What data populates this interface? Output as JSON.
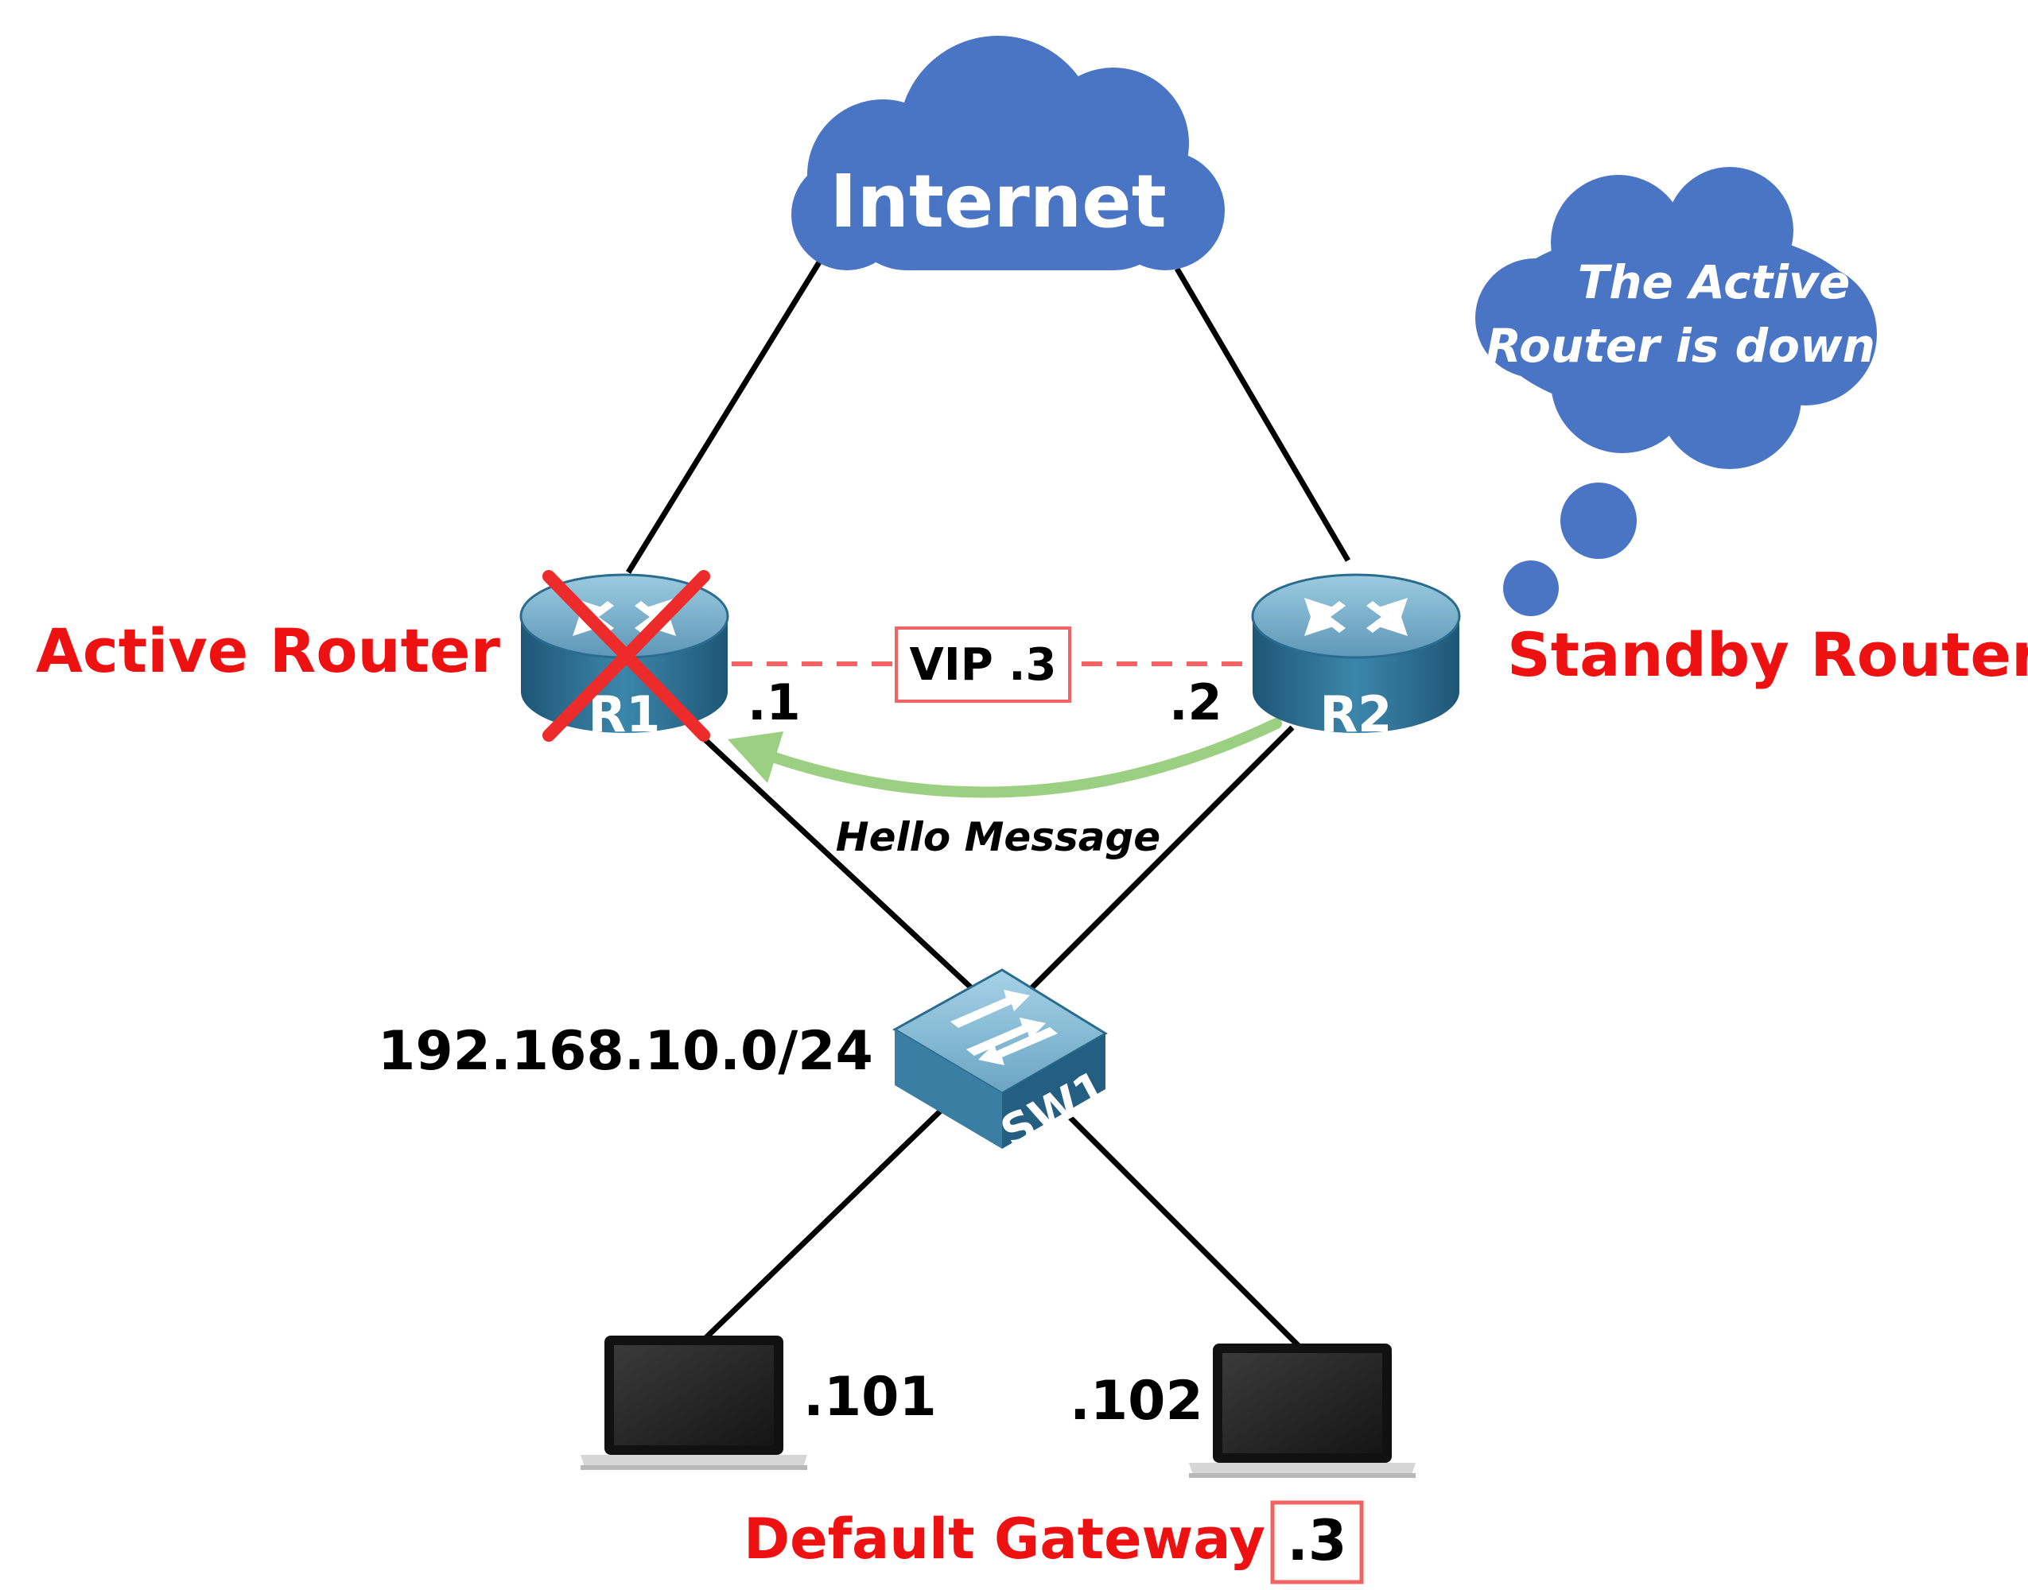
{
  "colors": {
    "cloud": "#4a74c4",
    "link": "#000000",
    "red": "#ee1111",
    "vip_dash": "#f26464",
    "hello_arrow": "#9bcf82",
    "router_top": "#7fb2cc",
    "router_side": "#2b6c8e"
  },
  "internet": {
    "label": "Internet",
    "icon": "cloud-icon"
  },
  "thought": {
    "line1": "The Active",
    "line2": "Router is down ?",
    "icon": "thought-bubble-icon"
  },
  "routers": {
    "r1": {
      "name": "R1",
      "ip": ".1",
      "role": "Active Router",
      "status": "down",
      "icon": "router-icon"
    },
    "r2": {
      "name": "R2",
      "ip": ".2",
      "role": "Standby Router",
      "status": "up",
      "icon": "router-icon"
    }
  },
  "vip": {
    "label": "VIP .3"
  },
  "hello": {
    "label": "Hello Message"
  },
  "switch": {
    "name": "SW1",
    "subnet": "192.168.10.0/24",
    "icon": "switch-icon"
  },
  "hosts": [
    {
      "ip": ".101",
      "icon": "laptop-icon"
    },
    {
      "ip": ".102",
      "icon": "laptop-icon"
    }
  ],
  "gateway": {
    "label": "Default Gateway :",
    "value": ".3"
  }
}
